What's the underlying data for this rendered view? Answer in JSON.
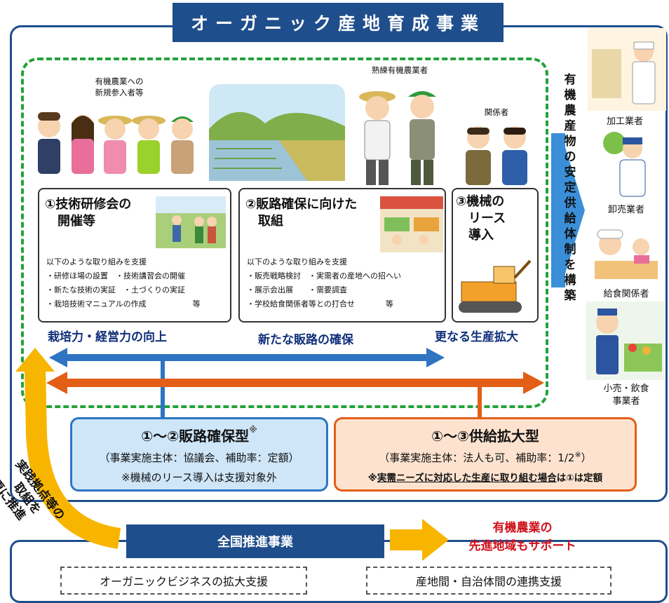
{
  "title": "オーガニック産地育成事業",
  "groups": {
    "newcomers": "有機農業への\n新規参入者等",
    "skilled": "熟練有機農業者",
    "related": "関係者"
  },
  "cards": [
    {
      "title": "①技術研修会の\n　開催等",
      "intro": "以下のような取り組みを支援",
      "items": [
        "・研修ほ場の設置　・技術講習会の開催",
        "・新たな技術の実証　・土づくりの実証",
        "・栽培技術マニュアルの作成　　　　　　等"
      ]
    },
    {
      "title": "②販路確保に向けた\n　取組",
      "intro": "以下のような取り組みを支援",
      "items": [
        "・販売戦略検討　・実需者の産地への招へい",
        "・展示会出展　　・需要調査",
        "・学校給食関係者等との打合せ　　　　等"
      ]
    },
    {
      "title": "③機械の\n　リース\n　導入"
    }
  ],
  "outcomes": [
    "栽培力・経営力の向上",
    "新たな販路の確保",
    "更なる生産拡大"
  ],
  "vertical": "有機農産物の安定供給体制を構築",
  "partners": [
    "加工業者",
    "卸売業者",
    "給食関係者",
    "小売・飲食\n事業者"
  ],
  "type_blue": {
    "title": "①～②販路確保型",
    "mark": "※",
    "line1": "（事業実施主体：協議会、補助率：定額）",
    "line2": "※機械のリース導入は支援対象外"
  },
  "type_orange": {
    "title": "①～③供給拡大型",
    "line1": "（事業実施主体：法人も可、補助率：1/2",
    "mark": "※",
    "line1_end": "）",
    "line2_mark": "※",
    "line2_underlined": "実需ニーズに対応した生産に取り組む場合",
    "line2_rest": "は①は定額"
  },
  "curve_text": [
    "実践拠点等の",
    "取組を",
    "更に推進"
  ],
  "national": "全国推進事業",
  "red_text": [
    "有機農業の",
    "先進地域もサポート"
  ],
  "bottom_boxes": [
    "オーガニックビジネスの拡大支援",
    "産地間・自治体間の連携支援"
  ],
  "colors": {
    "navy": "#1f4e8c",
    "green": "#22a33a",
    "blue": "#2e74c2",
    "orange": "#e35e17",
    "yellow": "#f7b500",
    "red": "#d0101a"
  }
}
